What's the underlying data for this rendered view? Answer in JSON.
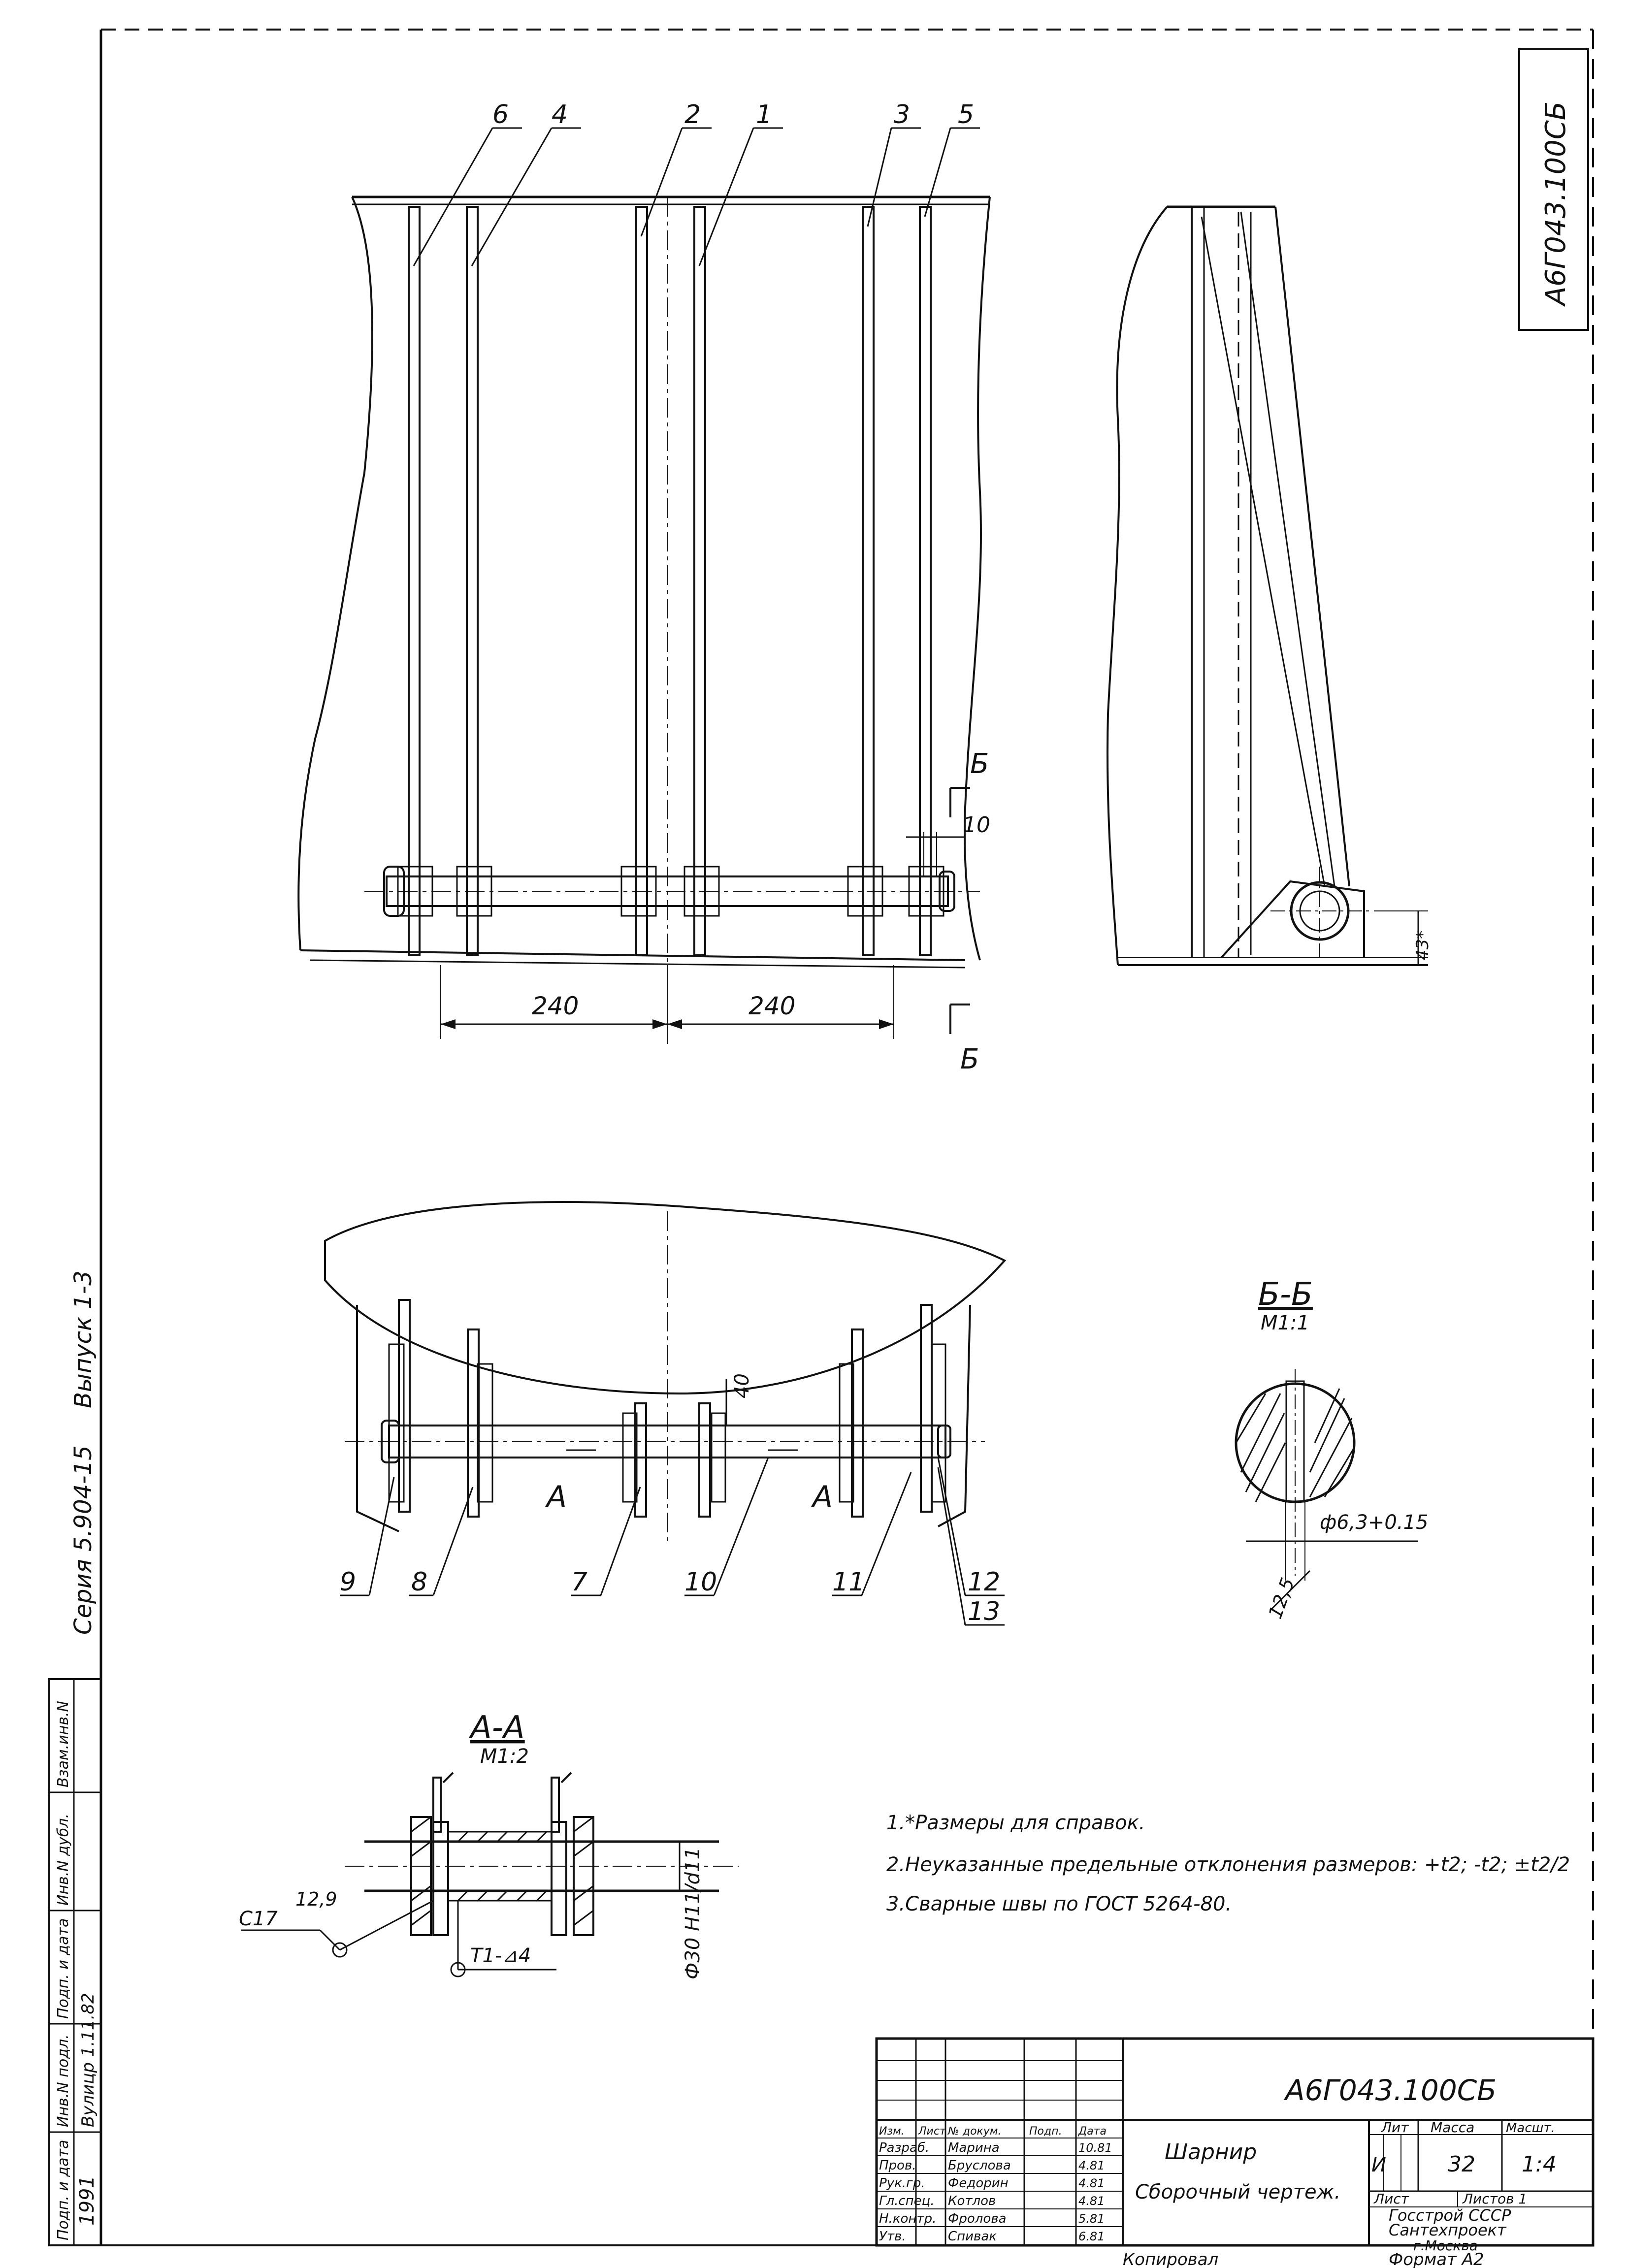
{
  "drawing": {
    "vertical_code": "А6Г043.100СБ",
    "series_label": "Серия 5.904-15",
    "issue_label": "Выпуск 1-3",
    "balloons": [
      "6",
      "4",
      "2",
      "1",
      "3",
      "5",
      "9",
      "8",
      "7",
      "10",
      "11",
      "12",
      "13"
    ],
    "dimensions": {
      "d240_left": "240",
      "d240_right": "240",
      "d10": "10",
      "d40": "40",
      "ref_side": "43*",
      "dia_bb": "ф6,3+0.15",
      "dim_12_5": "12,5",
      "shaft_fit": "Ф30 Н11/d11",
      "weld_left": "С17",
      "weld_left_size": "12,9",
      "weld_right": "Т1-⊿4"
    },
    "section_bb": {
      "title": "Б-Б",
      "scale": "М1:1",
      "cut_letter": "Б"
    },
    "section_aa": {
      "title": "А-А",
      "scale": "М1:2",
      "cut_letter": "А"
    },
    "notes": [
      "1.*Размеры для справок.",
      "2.Неуказанные предельные отклонения размеров: +t2; -t2; ±t2/2",
      "3.Сварные швы по ГОСТ 5264-80."
    ],
    "sheet_stamp": [
      "Взам.инв.N",
      "Инв.N дубл.",
      "Подп. и дата",
      "Инв.N подл.",
      "Подп. и дата"
    ],
    "sheet_stamp_values": [
      "1991",
      "Вулицр 1.11.82"
    ]
  },
  "title_block": {
    "code": "А6Г043.100СБ",
    "name": "Шарнир",
    "doc_type": "Сборочный чертеж.",
    "col_headers": [
      "Изм.",
      "Лист",
      "№ докум.",
      "Подп.",
      "Дата"
    ],
    "rows": [
      [
        "Разраб.",
        "Марина",
        "",
        "10.81"
      ],
      [
        "Пров.",
        "Бруслова",
        "",
        "4.81"
      ],
      [
        "Рук.гр.",
        "Федорин",
        "",
        "4.81"
      ],
      [
        "Гл.спец.",
        "Котлов",
        "",
        "4.81"
      ],
      [
        "Н.контр.",
        "Фролова",
        "",
        "5.81"
      ],
      [
        "Утв.",
        "Спивак",
        "",
        "6.81"
      ]
    ],
    "lit_label": "Лит",
    "lit_value": "И",
    "mass_label": "Масса",
    "mass_value": "32",
    "scale_label": "Масшт.",
    "scale_value": "1:4",
    "sheet_label": "Лист",
    "sheets_label": "Листов 1",
    "org": [
      "Госстрой СССР",
      "Сантехпроект",
      "г.Москва"
    ],
    "copied": "Копировал",
    "format": "Формат А2"
  }
}
